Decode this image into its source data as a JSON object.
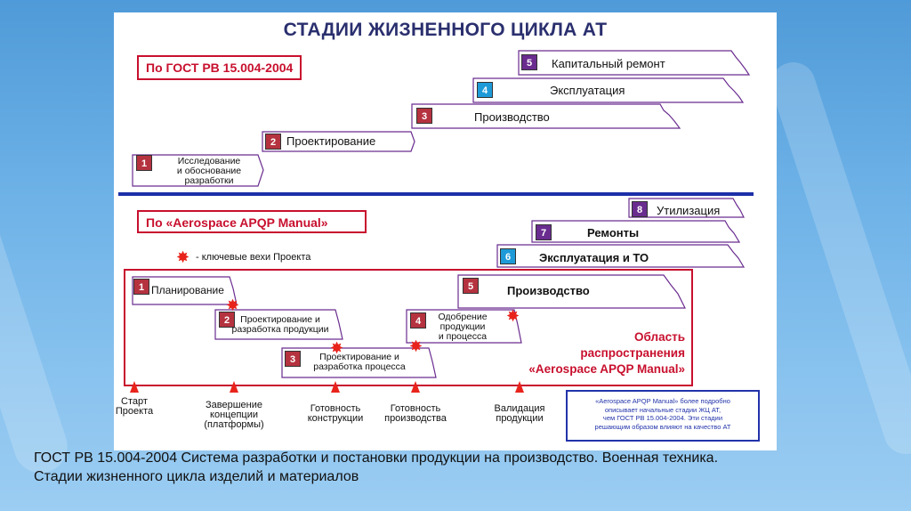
{
  "title": "СТАДИИ ЖИЗНЕННОГО ЦИКЛА АТ",
  "gost_header": "По ГОСТ РВ 15.004-2004",
  "apqp_header": "По «Aerospace APQP Manual»",
  "legend_text": "- ключевые вехи Проекта",
  "gost_stages": [
    {
      "num": "1",
      "label_lines": [
        "Исследование",
        "и обоснование",
        "разработки"
      ],
      "color": "#b5323f"
    },
    {
      "num": "2",
      "label": "Проектирование",
      "color": "#b5323f"
    },
    {
      "num": "3",
      "label": "Производство",
      "color": "#b5323f"
    },
    {
      "num": "4",
      "label": "Эксплуатация",
      "color": "#1f9ad8"
    },
    {
      "num": "5",
      "label": "Капитальный ремонт",
      "color": "#6a2c8f"
    }
  ],
  "apqp_stages": [
    {
      "num": "1",
      "label": "Планирование",
      "color": "#b5323f"
    },
    {
      "num": "2",
      "label_lines": [
        "Проектирование и",
        "разработка продукции"
      ],
      "color": "#b5323f"
    },
    {
      "num": "3",
      "label_lines": [
        "Проектирование и",
        "разработка процесса"
      ],
      "color": "#b5323f"
    },
    {
      "num": "4",
      "label_lines": [
        "Одобрение",
        "продукции",
        "и процесса"
      ],
      "color": "#b5323f"
    },
    {
      "num": "5",
      "label": "Производство",
      "color": "#b5323f"
    },
    {
      "num": "6",
      "label": "Эксплуатация  и ТО",
      "color": "#1f9ad8"
    },
    {
      "num": "7",
      "label": "Ремонты",
      "color": "#6a2c8f"
    },
    {
      "num": "8",
      "label": "Утилизация",
      "color": "#6a2c8f"
    }
  ],
  "scope_text_lines": [
    "Область",
    "распространения",
    "«Aerospace APQP Manual»"
  ],
  "milestones": [
    {
      "lines": [
        "Старт",
        "Проекта"
      ]
    },
    {
      "lines": [
        "Завершение",
        "концепции",
        "(платформы)"
      ]
    },
    {
      "lines": [
        "Готовность",
        "конструкции"
      ]
    },
    {
      "lines": [
        "Готовность",
        "производства"
      ]
    },
    {
      "lines": [
        "Валидация",
        "продукции"
      ]
    }
  ],
  "info_lines": [
    "«Aerospace APQP Manual» более подробно",
    "описывает начальные стадии  ЖЦ АТ,",
    "чем ГОСТ РВ 15.004-2004.  Эти стадии",
    "решающим образом влияют на качество АТ"
  ],
  "caption_lines": [
    "ГОСТ РВ 15.004-2004 Система разработки и постановки продукции на производство. Военная техника.",
    "Стадии жизненного цикла изделий и материалов"
  ],
  "colors": {
    "red": "#c8102e",
    "blue": "#1c2fa8",
    "purple": "#6a2c8f"
  }
}
